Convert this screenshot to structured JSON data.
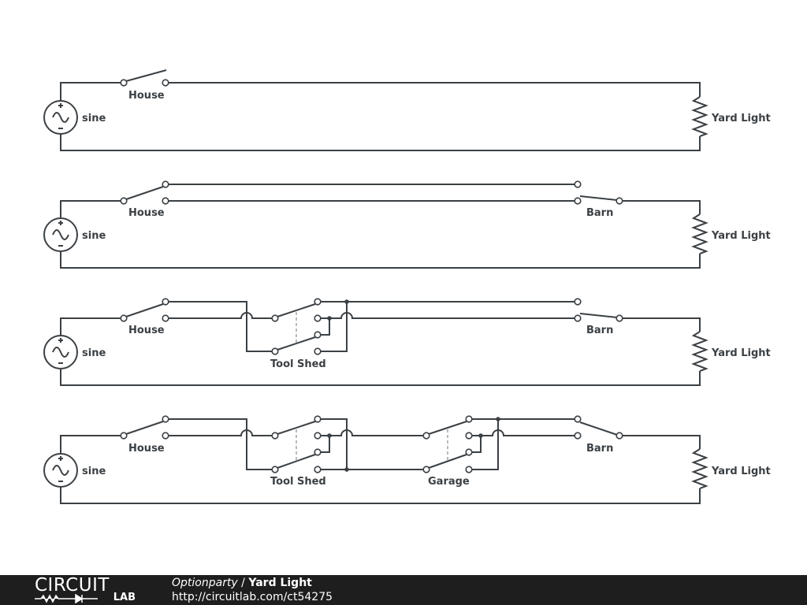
{
  "source_label": "sine",
  "load_label": "Yard Light",
  "switch_labels": {
    "house": "House",
    "barn": "Barn",
    "tool_shed": "Tool Shed",
    "garage": "Garage"
  },
  "footer": {
    "logo_top": "CIRCUIT",
    "logo_bottom": "LAB",
    "author": "Optionparty",
    "separator": " / ",
    "title": "Yard Light",
    "url": "http://circuitlab.com/ct54275"
  },
  "colors": {
    "wire": "#3b4044",
    "footer_background": "#1e1e1e",
    "footer_text": "#ffffff"
  }
}
